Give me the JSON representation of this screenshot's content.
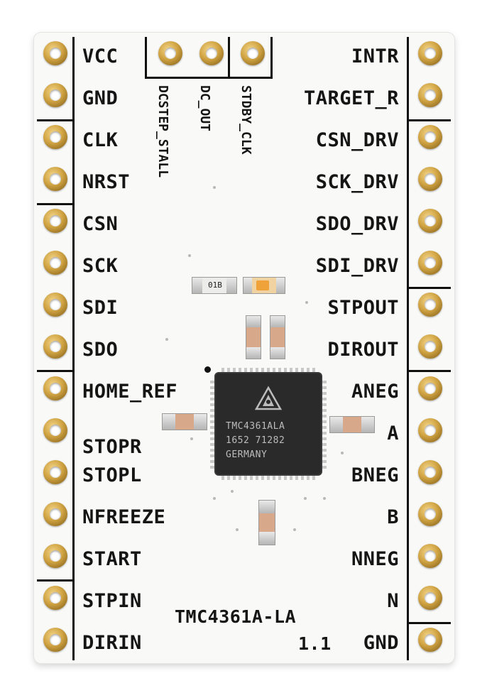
{
  "board": {
    "left_pins": [
      "VCC",
      "GND",
      "CLK",
      "NRST",
      "CSN",
      "SCK",
      "SDI",
      "SDO",
      "HOME_REF",
      "STOPR",
      "STOPL",
      "NFREEZE",
      "START",
      "STPIN",
      "DIRIN"
    ],
    "right_pins": [
      "INTR",
      "TARGET_R",
      "CSN_DRV",
      "SCK_DRV",
      "SDO_DRV",
      "SDI_DRV",
      "STPOUT",
      "DIROUT",
      "ANEG",
      "A",
      "BNEG",
      "B",
      "NNEG",
      "N",
      "GND"
    ],
    "top_pins": [
      "DCSTEP_STALL",
      "DC_OUT",
      "STDBY_CLK"
    ],
    "board_name": "TMC4361A-LA",
    "board_version": "1.1"
  },
  "chip": {
    "line1": "TMC4361ALA",
    "line2": "1652 71282",
    "line3": "GERMANY"
  },
  "resistor_marking": "01B"
}
